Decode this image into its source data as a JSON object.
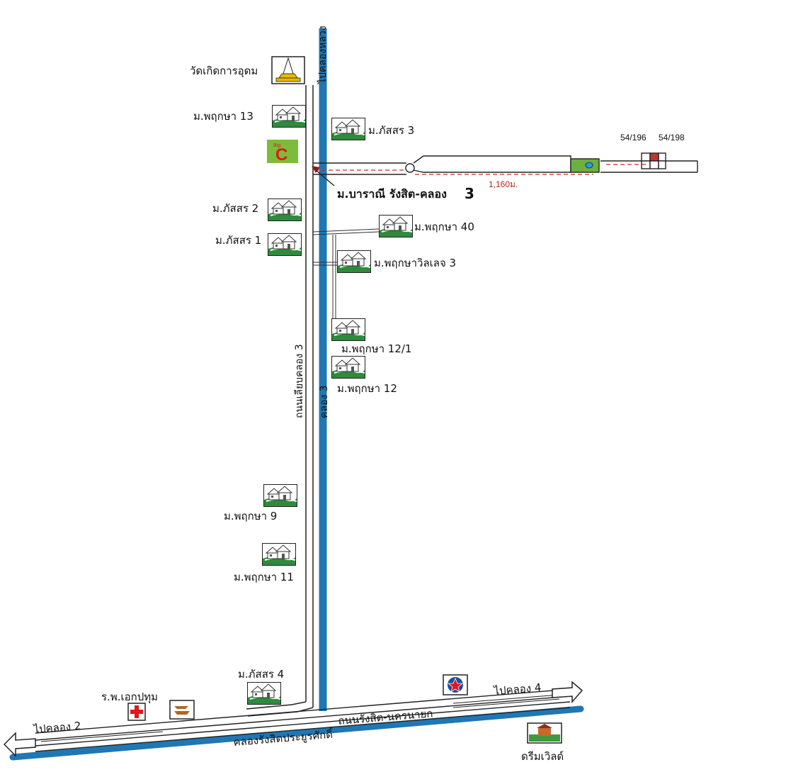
{
  "places": {
    "wat": "วัดเกิดการอุดม",
    "m_pruksa13": "ม.พฤกษา 13",
    "m_passorn3": "ม.ภัสสร 3",
    "m_passorn2": "ม.ภัสสร 2",
    "m_passorn1": "ม.ภัสสร 1",
    "m_pruksa40": "ม.พฤกษา 40",
    "m_pruksa_village3": "ม.พฤกษาวิลเลจ 3",
    "m_pruksa12_1": "ม.พฤกษา 12/1",
    "m_pruksa12": "ม.พฤกษา 12",
    "m_pruksa9": "ม.พฤกษา 9",
    "m_pruksa11": "ม.พฤกษา 11",
    "m_passorn4": "ม.ภัสสร 4",
    "hospital": "ร.พ.เอกปทุม",
    "dreamworld": "ดรีมเวิลด์"
  },
  "target": {
    "name": "ม.บาราณี รังสิต-คลอง",
    "number": "3",
    "distance": "1,160ม.",
    "house_1": "54/196",
    "house_2": "54/198"
  },
  "roads": {
    "canal_road": "ถนนเลียบคลอง 3",
    "canal": "คลอง 3",
    "to_canal_luang": "ไปคลองหลวง",
    "rangsit_nakhonnayok": "ถนนรังสิต-นครนายก",
    "rangsit_prayoonsak_canal": "คลองรังสิตประยูรศักดิ์",
    "to_canal2": "ไปคลอง 2",
    "to_canal4": "ไปคลอง 4"
  },
  "colors": {
    "canal": "#1f77b4",
    "village_green": "#2e8b3c",
    "route": "#d22a1a",
    "bigc_bg": "#7dbb3a",
    "bigc_c": "#e3161f",
    "hospital_red": "#e3161f",
    "temple_gold": "#e8b800"
  }
}
